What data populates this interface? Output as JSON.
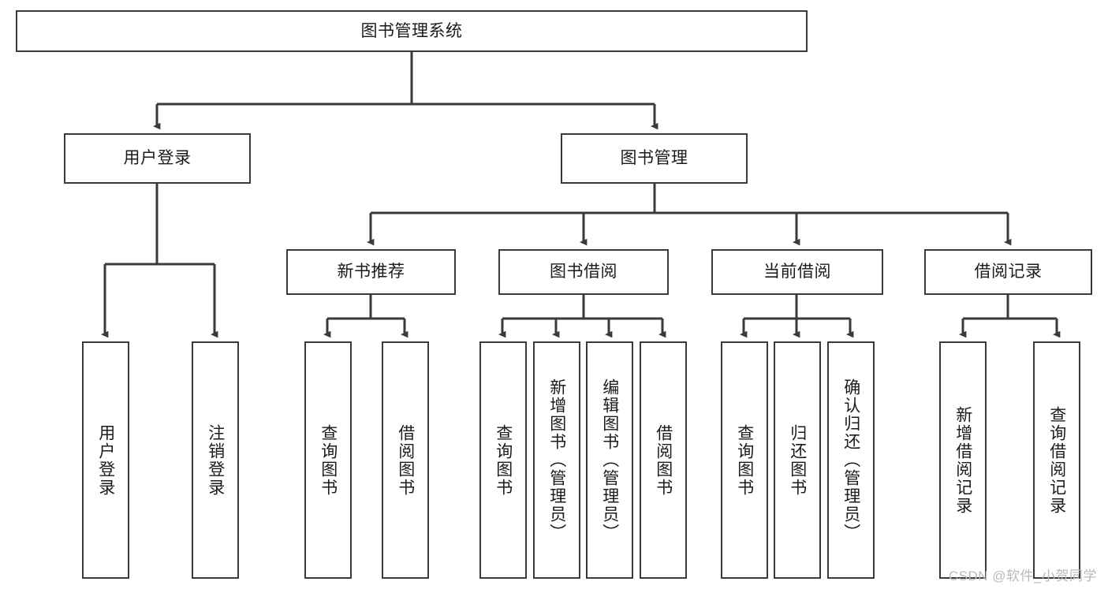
{
  "diagram": {
    "title_node": {
      "label": "图书管理系统"
    },
    "level2": [
      {
        "id": "user-login",
        "label": "用户登录"
      },
      {
        "id": "book-management",
        "label": "图书管理"
      }
    ],
    "level3": [
      {
        "id": "new-book-recommend",
        "label": "新书推荐"
      },
      {
        "id": "book-borrow",
        "label": "图书借阅"
      },
      {
        "id": "current-borrow",
        "label": "当前借阅"
      },
      {
        "id": "borrow-record",
        "label": "借阅记录"
      }
    ],
    "leaves": [
      {
        "id": "leaf-user-login",
        "label": "用户登录",
        "parent": "user-login"
      },
      {
        "id": "leaf-logout-login",
        "label": "注销登录",
        "parent": "user-login"
      },
      {
        "id": "leaf-query-book-1",
        "label": "查询图书",
        "parent": "new-book-recommend"
      },
      {
        "id": "leaf-borrow-book-1",
        "label": "借阅图书",
        "parent": "new-book-recommend"
      },
      {
        "id": "leaf-query-book-2",
        "label": "查询图书",
        "parent": "book-borrow"
      },
      {
        "id": "leaf-add-book",
        "label": "新增图书（管理员）",
        "parent": "book-borrow"
      },
      {
        "id": "leaf-edit-book",
        "label": "编辑图书（管理员）",
        "parent": "book-borrow"
      },
      {
        "id": "leaf-borrow-book-2",
        "label": "借阅图书",
        "parent": "book-borrow"
      },
      {
        "id": "leaf-query-book-3",
        "label": "查询图书",
        "parent": "current-borrow"
      },
      {
        "id": "leaf-return-book",
        "label": "归还图书",
        "parent": "current-borrow"
      },
      {
        "id": "leaf-confirm-return",
        "label": "确认归还（管理员）",
        "parent": "current-borrow"
      },
      {
        "id": "leaf-add-record",
        "label": "新增借阅记录",
        "parent": "borrow-record"
      },
      {
        "id": "leaf-query-record",
        "label": "查询借阅记录",
        "parent": "borrow-record"
      }
    ]
  },
  "watermark": {
    "text": "CSDN @软件_小贺同学"
  },
  "colors": {
    "stroke": "#3a3a3a",
    "text": "#1b1b1b",
    "background": "#ffffff",
    "watermark": "#b9b9b9"
  }
}
